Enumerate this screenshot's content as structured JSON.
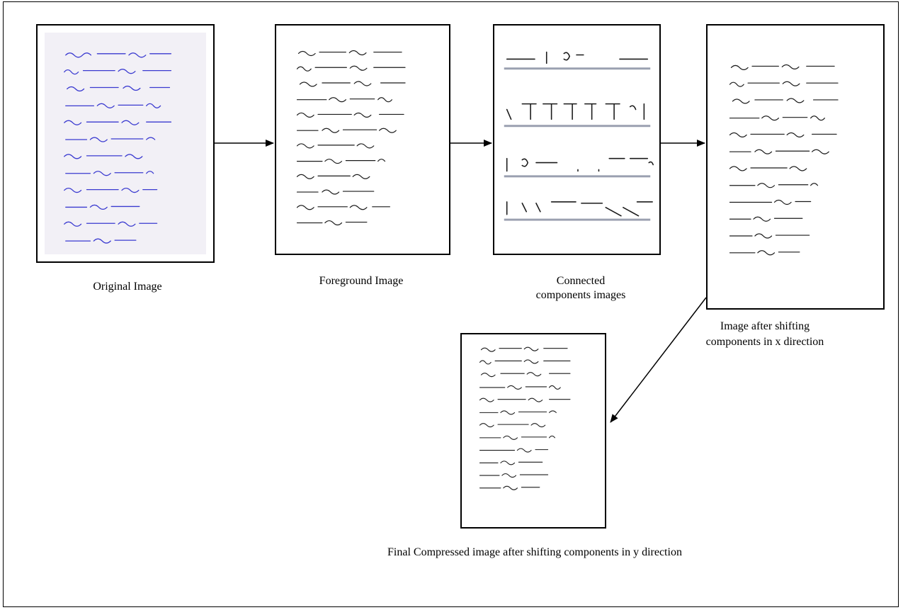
{
  "diagram": {
    "stages": [
      {
        "id": "original",
        "caption": "Original Image"
      },
      {
        "id": "foreground",
        "caption": "Foreground Image"
      },
      {
        "id": "connected",
        "caption_line1": "Connected",
        "caption_line2": "components images"
      },
      {
        "id": "shift-x",
        "caption_line1": "Image after shifting",
        "caption_line2": "components in x direction"
      },
      {
        "id": "final",
        "caption": "Final Compressed image after shifting components in y direction"
      }
    ],
    "colors": {
      "ink_blue": "#3a3ad0",
      "ink_black": "#1a1a1a",
      "border": "#000000"
    }
  }
}
